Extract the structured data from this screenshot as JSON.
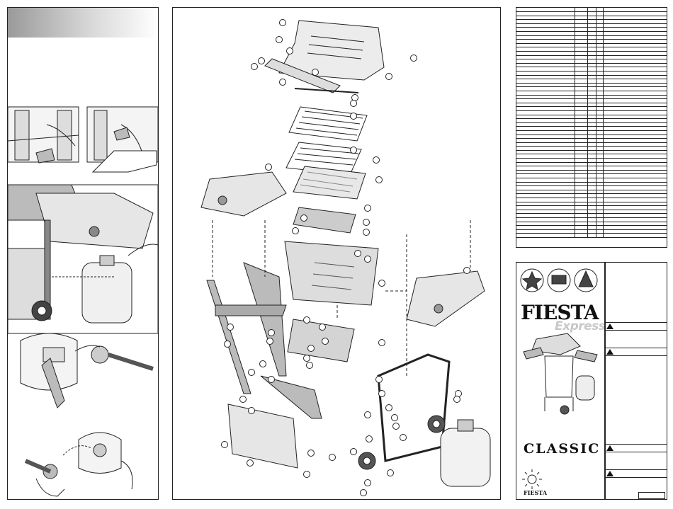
{
  "brand": {
    "name": "FIESTA",
    "sub_name": "Express",
    "model": "CLASSIC",
    "footer_logo_text": "FIESTA"
  },
  "parts_table": {
    "row_count": 58
  },
  "warning_markers": 4,
  "callouts": 60
}
